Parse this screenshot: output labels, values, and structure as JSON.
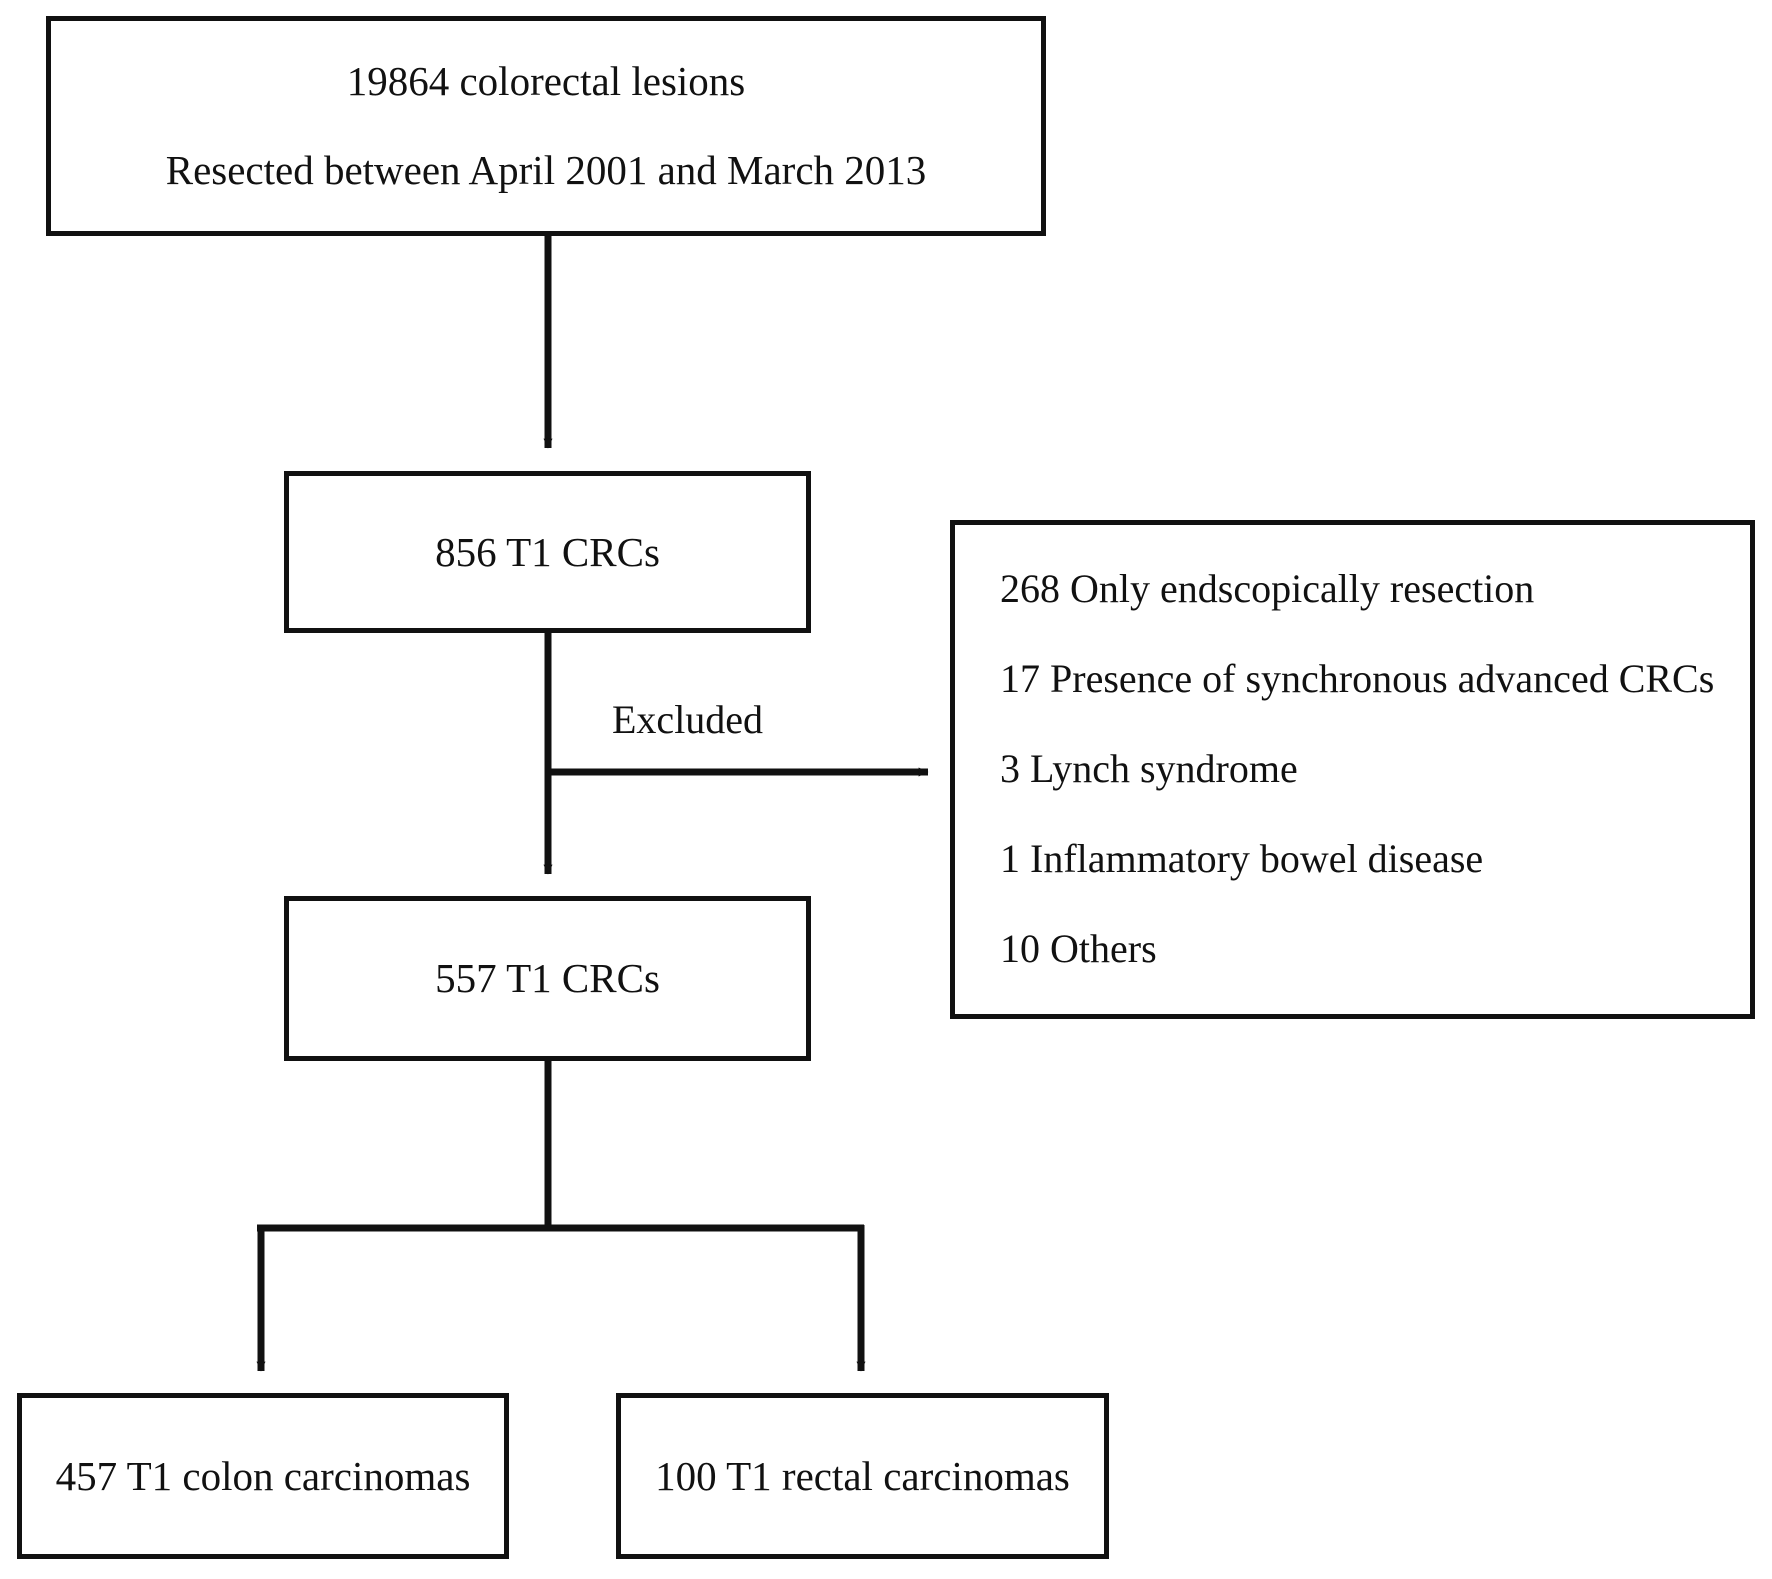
{
  "diagram": {
    "title": "Study flow diagram of T1 colorectal cancer case selection",
    "type": "flowchart",
    "line_color": "#111111",
    "box_fill": "#ffffff",
    "background": "#ffffff"
  },
  "nodes": {
    "source": {
      "line1": "19864 colorectal lesions",
      "line2": "Resected between April 2001 and March 2013"
    },
    "t1_all": {
      "label": "856 T1 CRCs"
    },
    "t1_included": {
      "label": "557 T1 CRCs"
    },
    "colon": {
      "label": "457 T1 colon carcinomas"
    },
    "rectal": {
      "label": "100 T1 rectal carcinomas"
    }
  },
  "excluded": {
    "edge_label": "Excluded",
    "items": [
      "268 Only endscopically resection",
      "17 Presence of synchronous advanced CRCs",
      "3 Lynch syndrome",
      "1 Inflammatory bowel disease",
      "10 Others"
    ]
  },
  "chart_data": {
    "type": "flowchart",
    "title": "T1 colorectal cancer patient selection flow",
    "nodes": [
      {
        "id": "source",
        "label": "19864 colorectal lesions / Resected between April 2001 and March 2013",
        "value": 19864
      },
      {
        "id": "t1_all",
        "label": "856 T1 CRCs",
        "value": 856
      },
      {
        "id": "t1_included",
        "label": "557 T1 CRCs",
        "value": 557
      },
      {
        "id": "colon",
        "label": "457 T1 colon carcinomas",
        "value": 457
      },
      {
        "id": "rectal",
        "label": "100 T1 rectal carcinomas",
        "value": 100
      }
    ],
    "edges": [
      {
        "from": "source",
        "to": "t1_all",
        "label": ""
      },
      {
        "from": "t1_all",
        "to": "excluded",
        "label": "Excluded"
      },
      {
        "from": "t1_all",
        "to": "t1_included",
        "label": ""
      },
      {
        "from": "t1_included",
        "to": "colon",
        "label": ""
      },
      {
        "from": "t1_included",
        "to": "rectal",
        "label": ""
      }
    ],
    "exclusions": [
      {
        "reason": "Only endscopically resection",
        "count": 268
      },
      {
        "reason": "Presence of synchronous advanced CRCs",
        "count": 17
      },
      {
        "reason": "Lynch syndrome",
        "count": 3
      },
      {
        "reason": "Inflammatory bowel disease",
        "count": 1
      },
      {
        "reason": "Others",
        "count": 10
      }
    ]
  }
}
